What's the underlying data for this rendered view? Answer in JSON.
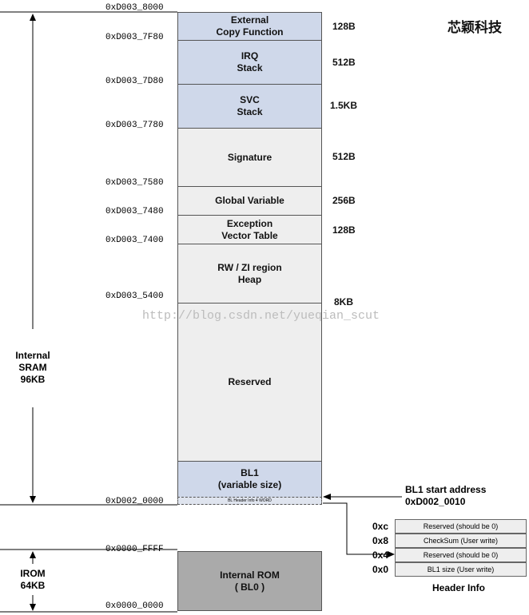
{
  "brand": "芯颖科技",
  "watermark": "http://blog.csdn.net/yueqian_scut",
  "addresses": [
    "0xD003_8000",
    "0xD003_7F80",
    "0xD003_7D80",
    "0xD003_7780",
    "0xD003_7580",
    "0xD003_7480",
    "0xD003_7400",
    "0xD003_5400",
    "0xD002_0000",
    "0x0000_FFFF",
    "0x0000_0000"
  ],
  "blocks": [
    {
      "label": "External\nCopy Function",
      "size": "128B"
    },
    {
      "label": "IRQ\nStack",
      "size": "512B"
    },
    {
      "label": "SVC\nStack",
      "size": "1.5KB"
    },
    {
      "label": "Signature",
      "size": "512B"
    },
    {
      "label": "Global Variable",
      "size": "256B"
    },
    {
      "label": "Exception\nVector Table",
      "size": "128B"
    },
    {
      "label": "RW / ZI region\nHeap",
      "size": "8KB"
    },
    {
      "label": "Reserved",
      "size": ""
    },
    {
      "label": "BL1\n(variable size)",
      "size": ""
    },
    {
      "label": "Internal ROM\n( BL0 )",
      "size": ""
    }
  ],
  "header_strip": "BL Header Info 4 WORD",
  "sram_label": "Internal\nSRAM\n96KB",
  "irom_label": "IROM\n64KB",
  "bl1_pointer": "BL1 start address\n0xD002_0010",
  "header_info": {
    "title": "Header Info",
    "rows": [
      {
        "offset": "0xc",
        "text": "Reserved (should be 0)"
      },
      {
        "offset": "0x8",
        "text": "CheckSum (User write)"
      },
      {
        "offset": "0x4",
        "text": "Reserved (should be 0)"
      },
      {
        "offset": "0x0",
        "text": "BL1 size (User write)"
      }
    ]
  }
}
